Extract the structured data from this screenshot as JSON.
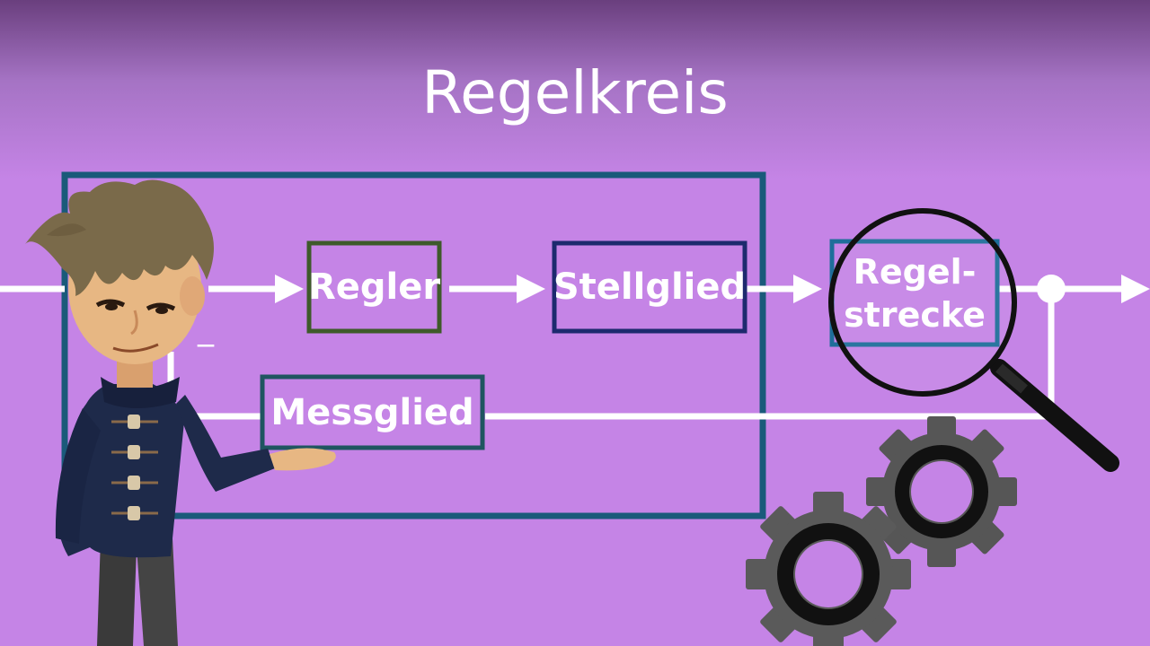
{
  "title": "Regelkreis",
  "blocks": {
    "regler": "Regler",
    "stellglied": "Stellglied",
    "regelstrecke_line1": "Regel-",
    "regelstrecke_line2": "strecke",
    "messglied": "Messglied"
  },
  "sign": "_",
  "colors": {
    "background": "#c584e6",
    "signal_line": "#ffffff",
    "controller_frame": "#1a5a7a",
    "regler_border": "#3e5a2a",
    "stellglied_border": "#1d2a6e",
    "regelstrecke_border": "#1e6e9a",
    "messglied_border": "#1f5560"
  },
  "icons": [
    "magnifier-icon",
    "gear-icon",
    "gear-icon",
    "presenter-character"
  ]
}
